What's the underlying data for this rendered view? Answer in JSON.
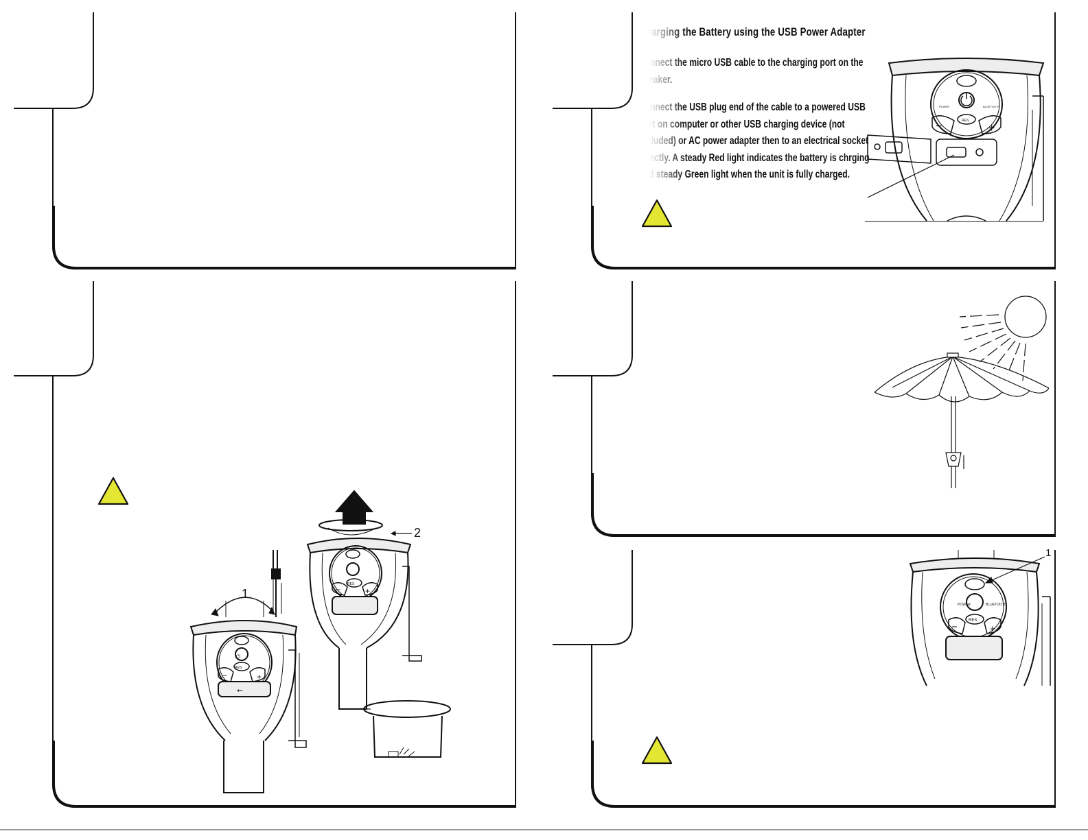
{
  "panel_top_right": {
    "heading": "Charging the Battery using the USB Power Adapter",
    "step1": [
      "Connect the micro USB cable to the charging port on the",
      "speaker."
    ],
    "step2": [
      "Connect the USB plug end of the cable to a powered USB",
      "port on computer or other USB charging device (not",
      "included) or AC power adapter then to an electrical socket",
      "directly. A steady Red light indicates the battery is chrging",
      "and steady Green light when the unit is fully charged."
    ],
    "warning_icon": "warning-triangle-icon"
  },
  "panel_mid_left": {
    "callout_1": "1",
    "callout_2": "2",
    "warning_icon": "warning-triangle-icon"
  },
  "panel_bottom_right": {
    "callout_1": "1",
    "warning_icon": "warning-triangle-icon"
  },
  "device_labels": {
    "power": "POWER",
    "bluetooth": "BLUETOOTH",
    "res": "RES"
  },
  "colors": {
    "warning_fill": "#e3e632",
    "line": "#111111"
  }
}
